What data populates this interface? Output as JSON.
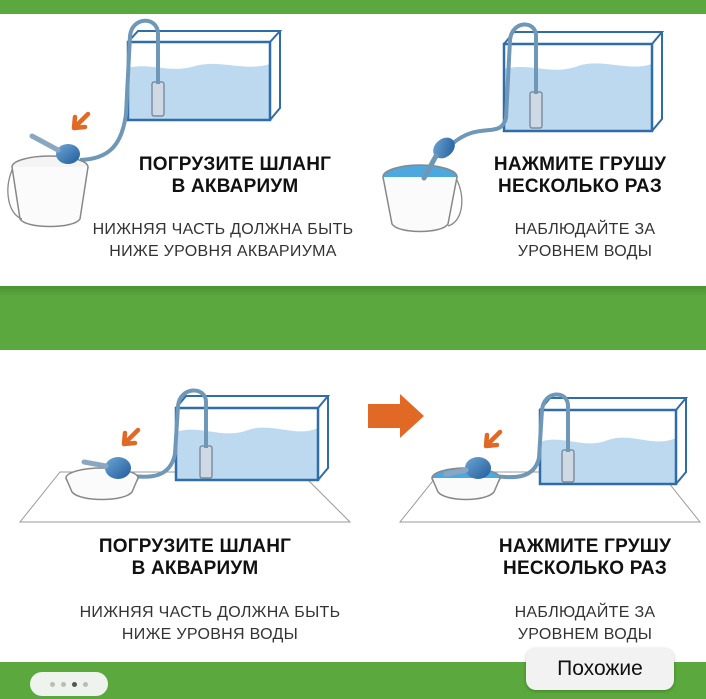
{
  "steps": [
    {
      "title": [
        "ПОГРУЗИТЕ ШЛАНГ",
        "В АКВАРИУМ"
      ],
      "note": [
        "НИЖНЯЯ ЧАСТЬ ДОЛЖНА БЫТЬ",
        "НИЖЕ УРОВНЯ АКВАРИУМА"
      ]
    },
    {
      "title": [
        "НАЖМИТЕ ГРУШУ",
        "НЕСКОЛЬКО РАЗ"
      ],
      "note": [
        "НАБЛЮДАЙТЕ ЗА",
        "УРОВНЕМ ВОДЫ"
      ]
    },
    {
      "title": [
        "ПОГРУЗИТЕ ШЛАНГ",
        "В АКВАРИУМ"
      ],
      "note": [
        "НИЖНЯЯ ЧАСТЬ ДОЛЖНА БЫТЬ",
        "НИЖЕ УРОВНЯ ВОДЫ"
      ]
    },
    {
      "title": [
        "НАЖМИТЕ ГРУШУ",
        "НЕСКОЛЬКО РАЗ"
      ],
      "note": [
        "НАБЛЮДАЙТЕ ЗА",
        "УРОВНЕМ ВОДЫ"
      ]
    }
  ],
  "similar_label": "Похожие",
  "pager": {
    "count": 4,
    "active": 2
  },
  "colors": {
    "background_green": "#5aa83e",
    "water": "#bcd9f0",
    "tank_frame": "#2f6ca8",
    "hose": "#6e97b8",
    "arrow": "#e06a25"
  }
}
